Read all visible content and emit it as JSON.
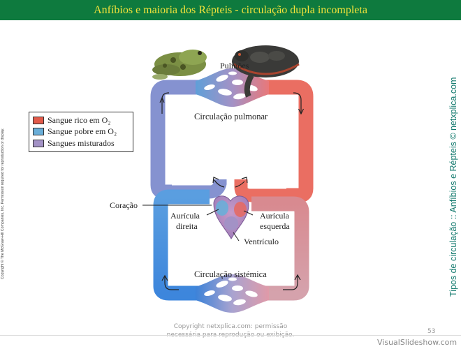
{
  "slide": {
    "title": "Anfíbios e maioria dos Répteis - circulação dupla incompleta",
    "copyright_vertical": "Copyright © The McGraw-Hill Companies, Inc. Permission required for reproduction or display.",
    "side_caption": "Tipos de circulação :: Anfíbios e Répteis © netxplica.com",
    "footer_line1": "Copyright netxplica.com: permissão",
    "footer_line2": "necessária para reprodução ou exibição.",
    "page_number": "53",
    "watermark": "VisualSlideshow.com"
  },
  "legend": {
    "items": [
      {
        "label": "Sangue rico em O₂",
        "color": "#e25a4a"
      },
      {
        "label": "Sangue pobre em O₂",
        "color": "#6aaed8"
      },
      {
        "label": "Sangues misturados",
        "color": "#a392c6"
      }
    ]
  },
  "diagram": {
    "labels": {
      "lungs": "Pulmões",
      "pulmonary": "Circulação pulmonar",
      "heart": "Coração",
      "right_atrium_1": "Aurícula",
      "right_atrium_2": "direita",
      "left_atrium_1": "Aurícula",
      "left_atrium_2": "esquerda",
      "ventricle": "Ventrículo",
      "systemic": "Circulação sistémica"
    },
    "colors": {
      "oxygen_rich": "#e25a4a",
      "oxygen_poor": "#6aaed8",
      "mixed": "#a392c6",
      "title_bg": "#0e7a3e",
      "title_text": "#f3e33a"
    }
  }
}
